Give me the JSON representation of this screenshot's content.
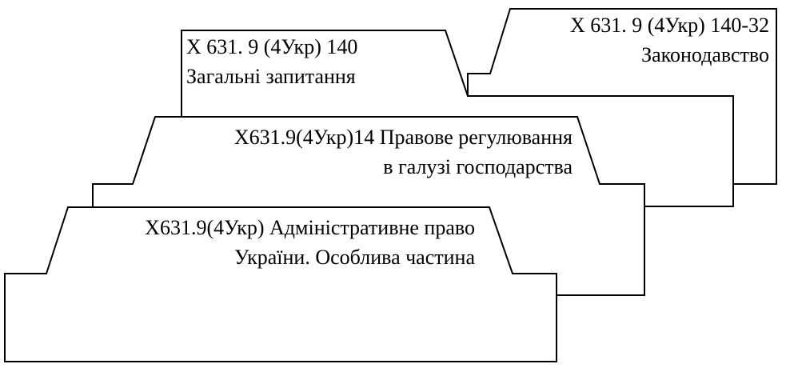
{
  "cards": [
    {
      "level": 1,
      "line1": "Х 631. 9 (4Укр) 140-32",
      "line2": "Законодавство"
    },
    {
      "level": 2,
      "line1": "Х 631. 9 (4Укр) 140",
      "line2": "Загальні запитання"
    },
    {
      "level": 3,
      "line1": "Х631.9(4Укр)14 Правове регулювання",
      "line2": "в галузі господарства"
    },
    {
      "level": 4,
      "line1": "Х631.9(4Укр) Адміністративне право",
      "line2": "України. Особлива частина"
    }
  ]
}
